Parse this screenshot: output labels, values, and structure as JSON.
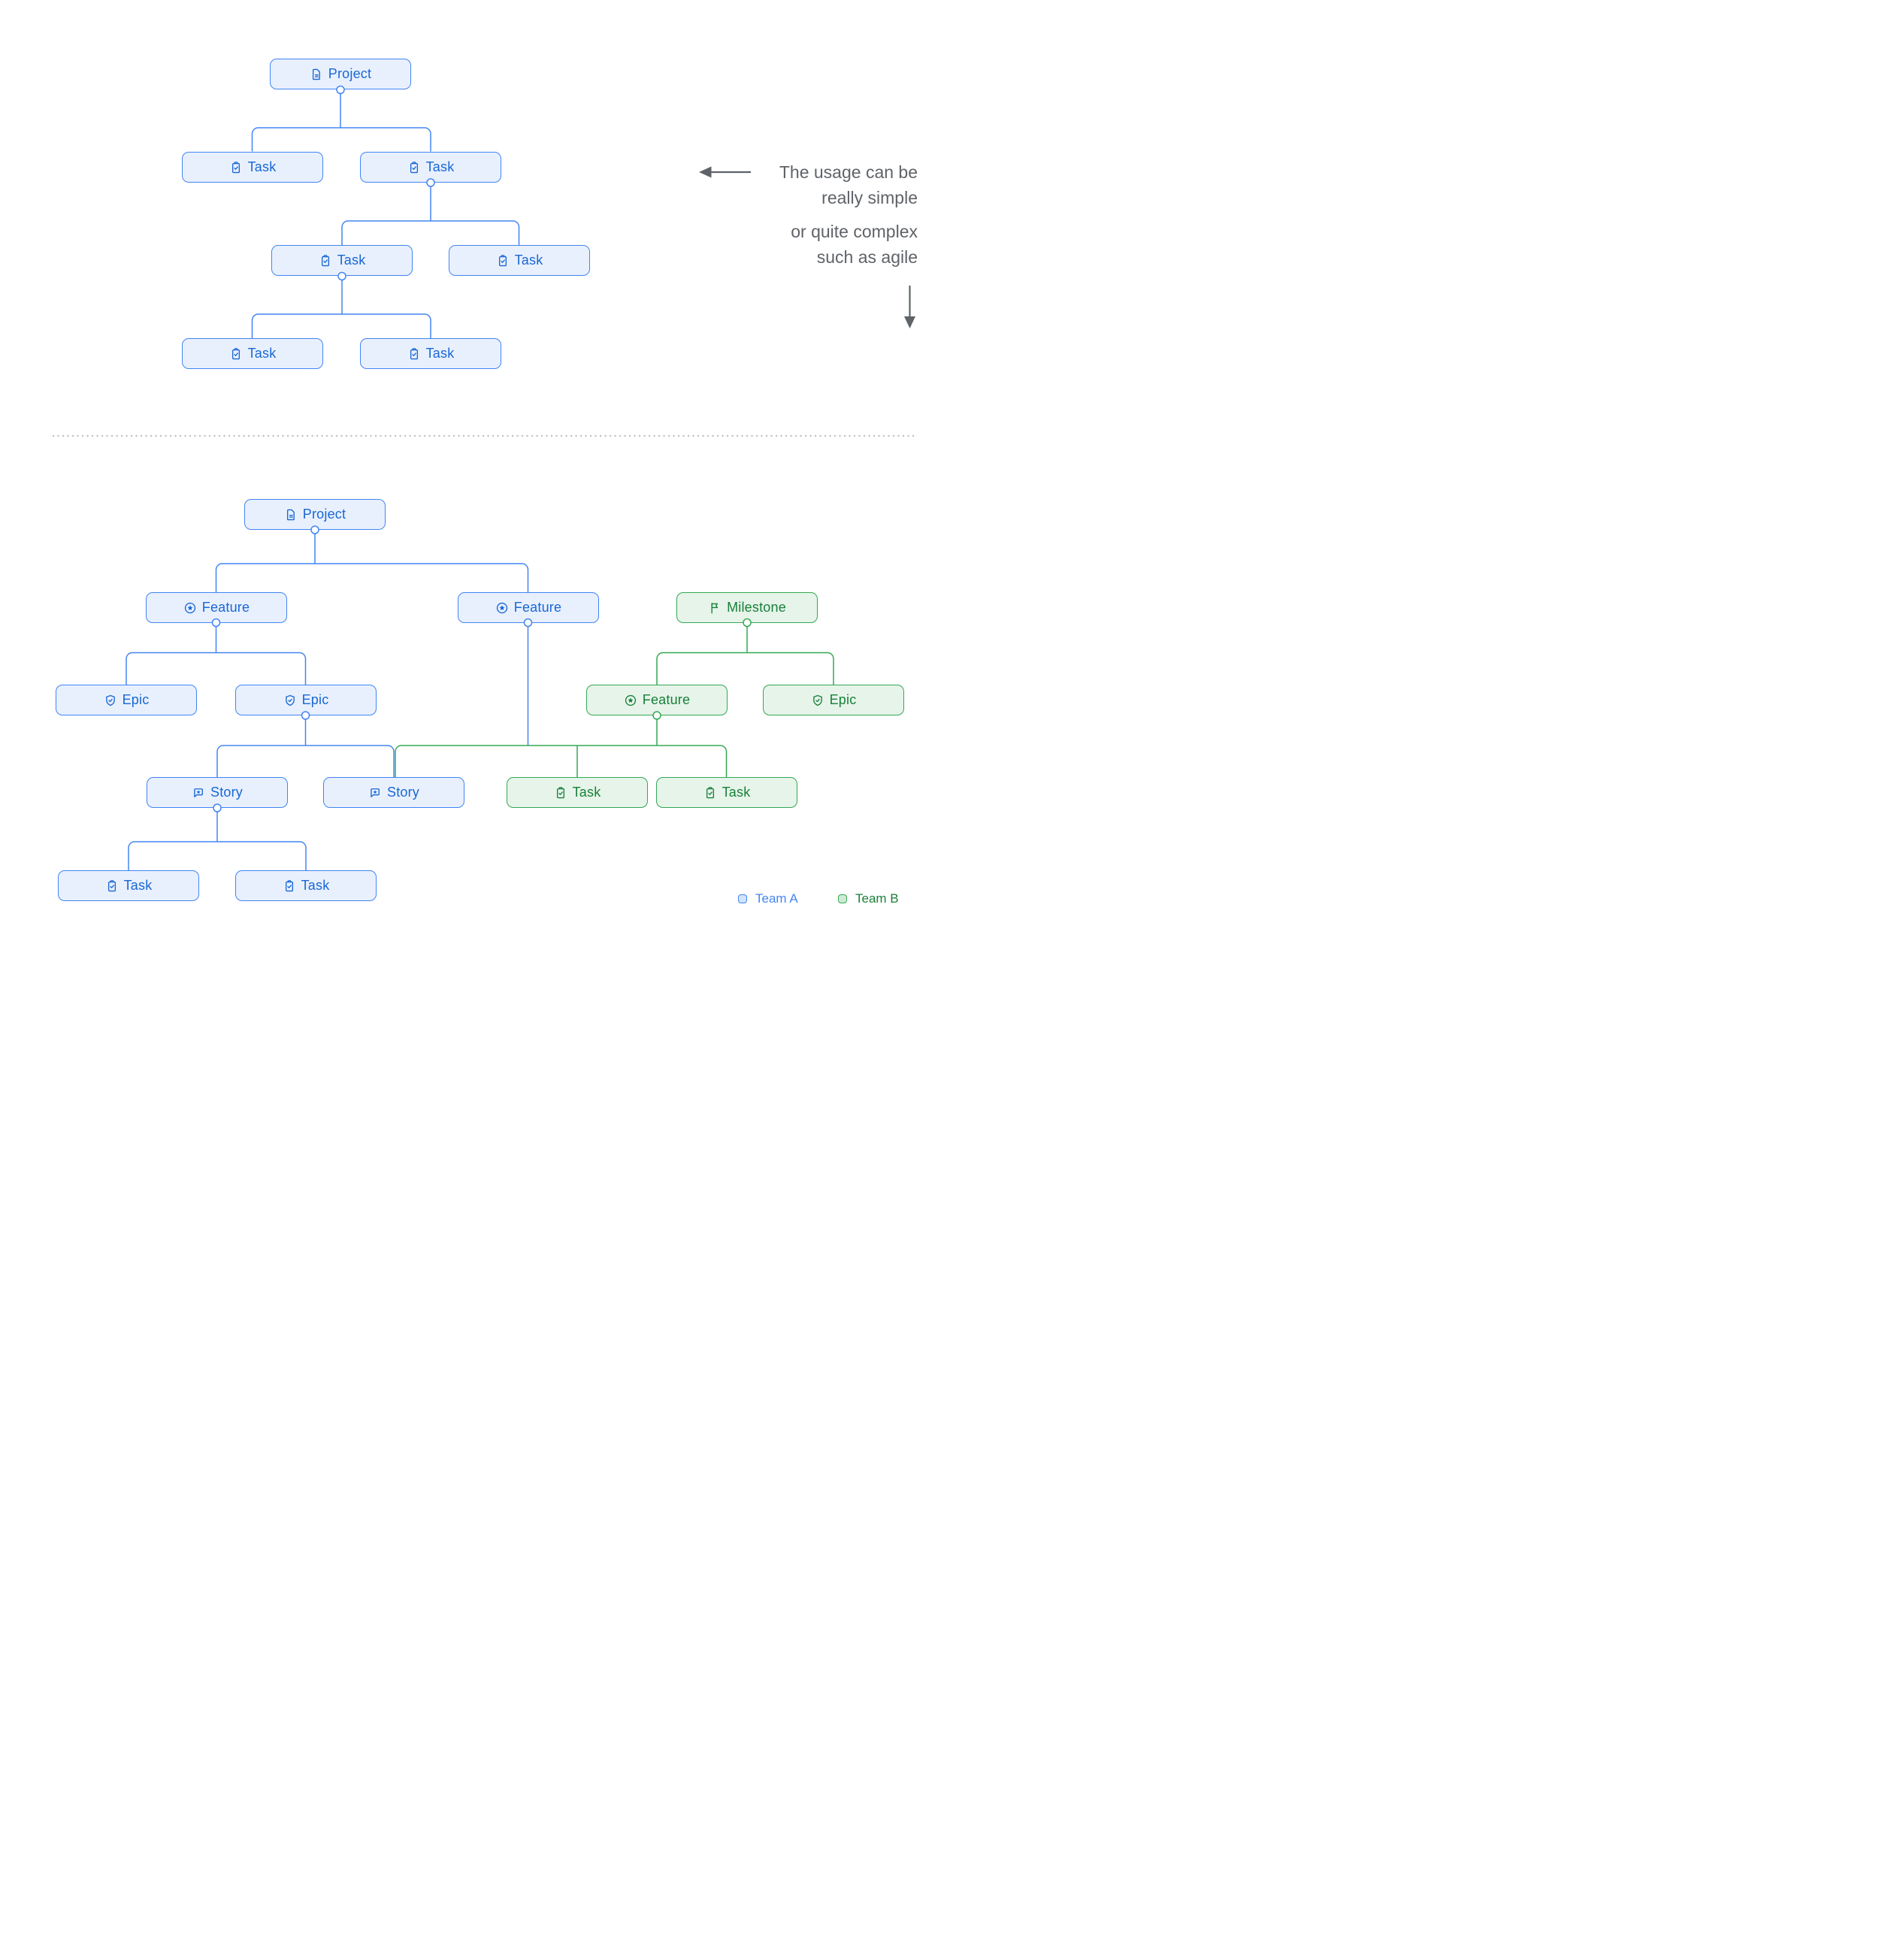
{
  "palette": {
    "team_a_border": "#4285F4",
    "team_a_fill": "#E8F0FE",
    "team_a_text": "#1967D2",
    "team_b_border": "#34A853",
    "team_b_fill": "#E6F4EA",
    "team_b_text": "#188038",
    "annotation_gray": "#5F6368",
    "divider_gray": "#BDC1C6"
  },
  "annotation": {
    "simple_note": "The usage can be\nreally simple",
    "complex_note": "or quite complex\nsuch as agile"
  },
  "legend": {
    "team_a_label": "Team A",
    "team_b_label": "Team B"
  },
  "simple_tree": {
    "nodes": [
      {
        "id": "project",
        "label": "Project",
        "icon": "document",
        "team": "A"
      },
      {
        "id": "task-1",
        "label": "Task",
        "icon": "task",
        "team": "A"
      },
      {
        "id": "task-2",
        "label": "Task",
        "icon": "task",
        "team": "A"
      },
      {
        "id": "task-3",
        "label": "Task",
        "icon": "task",
        "team": "A"
      },
      {
        "id": "task-4",
        "label": "Task",
        "icon": "task",
        "team": "A"
      },
      {
        "id": "task-5",
        "label": "Task",
        "icon": "task",
        "team": "A"
      },
      {
        "id": "task-6",
        "label": "Task",
        "icon": "task",
        "team": "A"
      }
    ],
    "edges": [
      [
        "project",
        "task-1"
      ],
      [
        "project",
        "task-2"
      ],
      [
        "task-2",
        "task-3"
      ],
      [
        "task-2",
        "task-4"
      ],
      [
        "task-3",
        "task-5"
      ],
      [
        "task-3",
        "task-6"
      ]
    ]
  },
  "complex_tree": {
    "nodes": [
      {
        "id": "project",
        "label": "Project",
        "icon": "document",
        "team": "A"
      },
      {
        "id": "feature-1",
        "label": "Feature",
        "icon": "feature",
        "team": "A"
      },
      {
        "id": "feature-2",
        "label": "Feature",
        "icon": "feature",
        "team": "A"
      },
      {
        "id": "milestone",
        "label": "Milestone",
        "icon": "milestone",
        "team": "B"
      },
      {
        "id": "epic-1",
        "label": "Epic",
        "icon": "epic",
        "team": "A"
      },
      {
        "id": "epic-2",
        "label": "Epic",
        "icon": "epic",
        "team": "A"
      },
      {
        "id": "feature-3",
        "label": "Feature",
        "icon": "feature",
        "team": "B"
      },
      {
        "id": "epic-3",
        "label": "Epic",
        "icon": "epic",
        "team": "B"
      },
      {
        "id": "story-1",
        "label": "Story",
        "icon": "story",
        "team": "A"
      },
      {
        "id": "story-2",
        "label": "Story",
        "icon": "story",
        "team": "A"
      },
      {
        "id": "task-b1",
        "label": "Task",
        "icon": "task",
        "team": "B"
      },
      {
        "id": "task-b2",
        "label": "Task",
        "icon": "task",
        "team": "B"
      },
      {
        "id": "task-a1",
        "label": "Task",
        "icon": "task",
        "team": "A"
      },
      {
        "id": "task-a2",
        "label": "Task",
        "icon": "task",
        "team": "A"
      }
    ],
    "edges": [
      [
        "project",
        "feature-1"
      ],
      [
        "project",
        "feature-2"
      ],
      [
        "feature-1",
        "epic-1"
      ],
      [
        "feature-1",
        "epic-2"
      ],
      [
        "milestone",
        "feature-3"
      ],
      [
        "milestone",
        "epic-3"
      ],
      [
        "epic-2",
        "story-1"
      ],
      [
        "epic-2",
        "story-2"
      ],
      [
        "feature-2",
        "story-2"
      ],
      [
        "feature-3",
        "story-2"
      ],
      [
        "feature-3",
        "task-b1"
      ],
      [
        "feature-3",
        "task-b2"
      ],
      [
        "story-1",
        "task-a1"
      ],
      [
        "story-1",
        "task-a2"
      ]
    ]
  }
}
